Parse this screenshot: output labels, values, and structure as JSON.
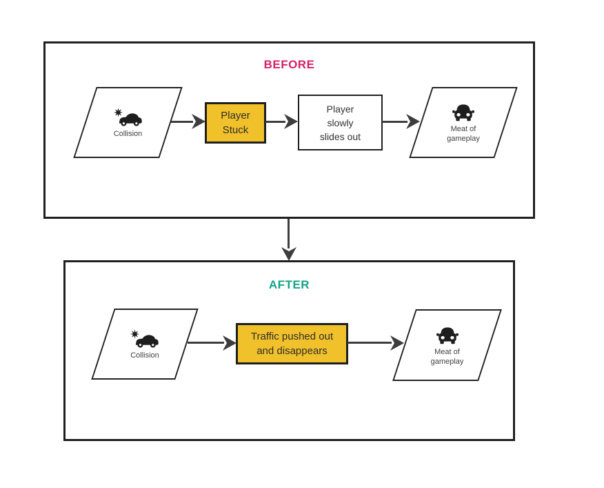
{
  "colors": {
    "before_accent": "#d42069",
    "after_accent": "#13a289",
    "highlight_yellow": "#f1c12b",
    "shape_border": "#1f1f1f",
    "arrow": "#3d3d3d"
  },
  "icons": {
    "collision": "car-collision-icon",
    "gameplay": "car-front-icon",
    "arrowhead": "arrowhead-icon"
  },
  "before": {
    "title": "BEFORE",
    "collision_label": "Collision",
    "stuck_line1": "Player",
    "stuck_line2": "Stuck",
    "slides_line1": "Player",
    "slides_line2": "slowly",
    "slides_line3": "slides out",
    "meat_line1": "Meat of",
    "meat_line2": "gameplay"
  },
  "after": {
    "title": "AFTER",
    "collision_label": "Collision",
    "traffic_line1": "Traffic pushed out",
    "traffic_line2": "and disappears",
    "meat_line1": "Meat of",
    "meat_line2": "gameplay"
  }
}
